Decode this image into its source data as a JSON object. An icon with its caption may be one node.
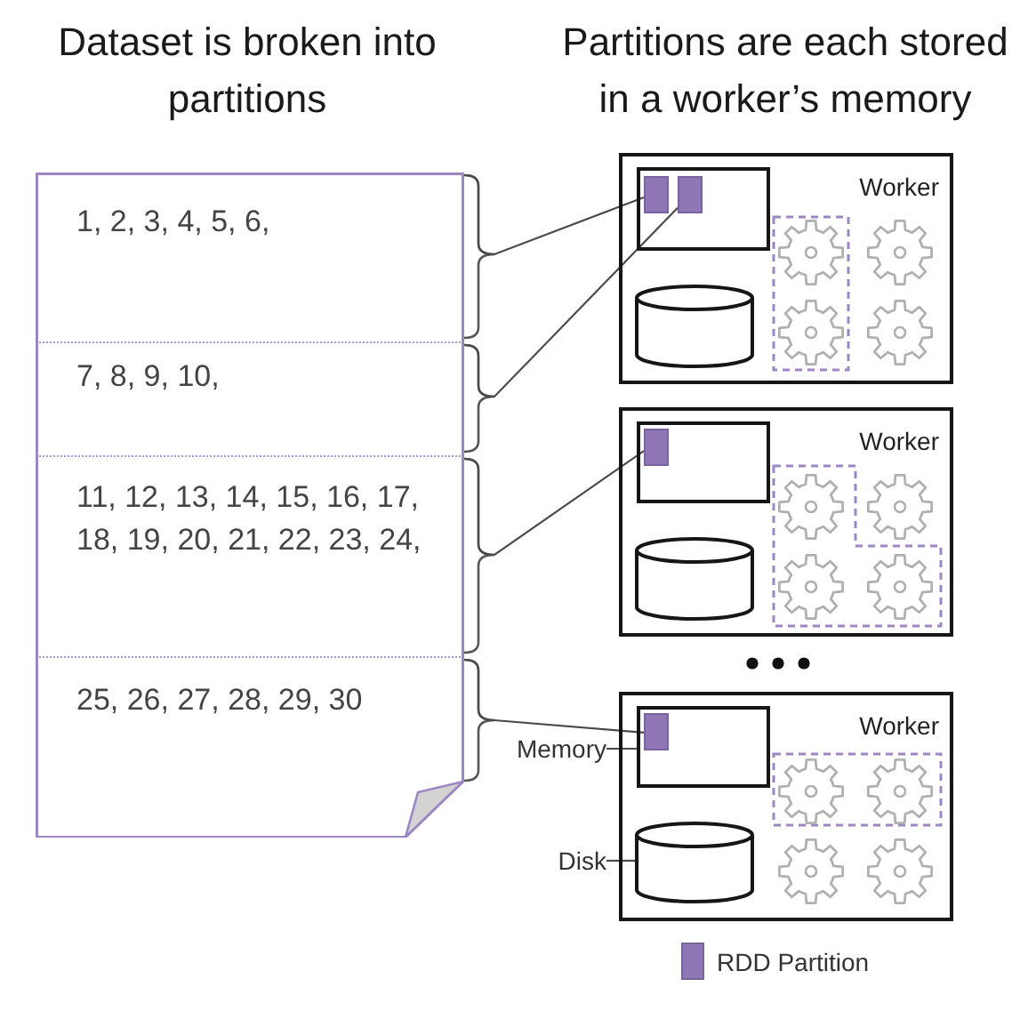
{
  "diagram": {
    "nodes": [
      {
        "text": [],
        "shape": "document"
      },
      {
        "text": [
          "1, 2, 3, 4, 5, 6,"
        ],
        "in": 0
      },
      {
        "text": [
          "7, 8, 9, 10,"
        ],
        "in": 0
      },
      {
        "text": [
          "11, 12, 13, 14, 15, 16, 17, 18, 19, 20, 21, 22, 23, 24,"
        ],
        "in": 0
      },
      {
        "text": [
          "25, 26, 27, 28, 29, 30"
        ],
        "in": 0
      },
      {
        "text": [
          "Worker"
        ]
      },
      {
        "text": [],
        "shape": "box",
        "in": 5
      },
      {
        "text": [],
        "shape": "box",
        "in": 6
      },
      {
        "text": [],
        "shape": "box",
        "in": 6
      },
      {
        "text": [],
        "shape": "cylinder",
        "in": 5
      },
      {
        "text": [
          "Worker"
        ]
      },
      {
        "text": [],
        "shape": "box",
        "in": 10
      },
      {
        "text": [],
        "shape": "box",
        "in": 11
      },
      {
        "text": [],
        "shape": "cylinder",
        "in": 10
      },
      {
        "text": [
          "Worker"
        ]
      },
      {
        "text": [],
        "shape": "box",
        "in": 14
      },
      {
        "text": [],
        "shape": "box",
        "in": 15
      },
      {
        "text": [],
        "shape": "cylinder",
        "in": 14
      },
      {
        "text": [
          "Memory"
        ]
      },
      {
        "text": [
          "Disk"
        ]
      }
    ],
    "edges": [
      {
        "from": 1,
        "to": 7,
        "arrow": "none"
      },
      {
        "from": 2,
        "to": 8,
        "arrow": "none"
      },
      {
        "from": 3,
        "to": 12,
        "arrow": "none"
      },
      {
        "from": 4,
        "to": 16,
        "arrow": "none"
      },
      {
        "from": 18,
        "to": 15,
        "arrow": "none"
      },
      {
        "from": 19,
        "to": 17,
        "arrow": "none"
      }
    ],
    "labels": [
      "Dataset is broken into partitions",
      "Partitions are each stored in a worker’s memory"
    ],
    "legend": [
      {
        "text": "RDD Partition",
        "color": "#8f76b4"
      }
    ]
  }
}
